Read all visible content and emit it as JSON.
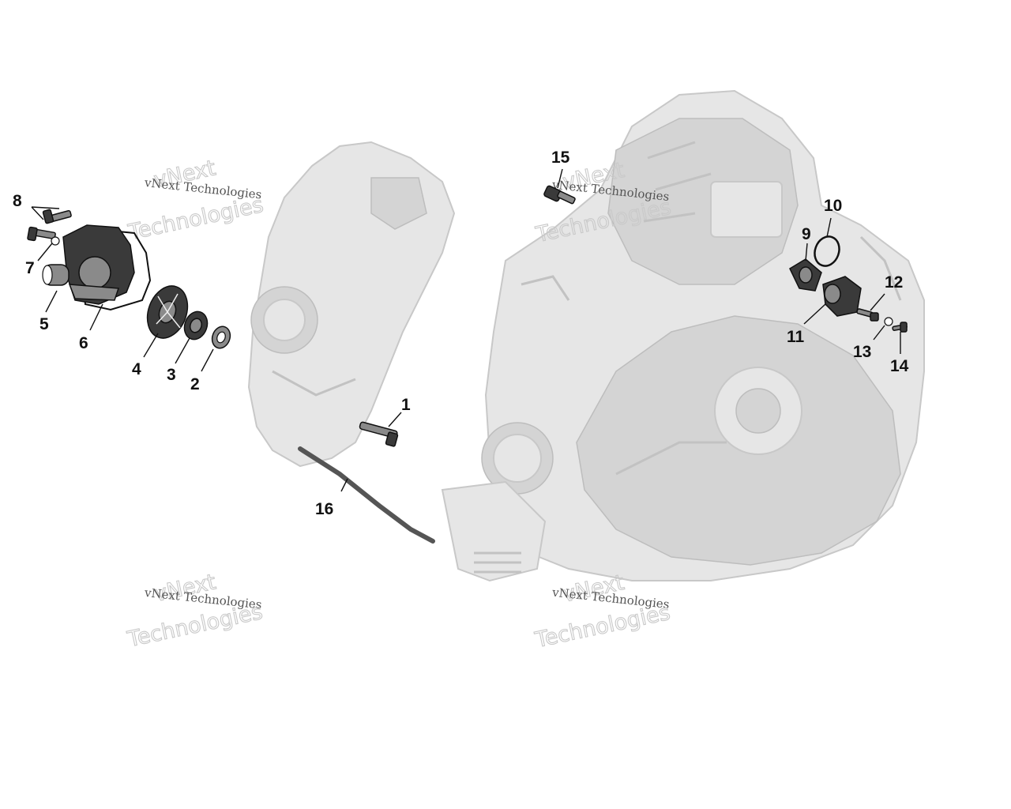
{
  "watermark": {
    "line1": "vNext",
    "line2": "vNext Technologies",
    "line3": "Technologies"
  },
  "callouts": [
    {
      "id": "1",
      "label": "1"
    },
    {
      "id": "2",
      "label": "2"
    },
    {
      "id": "3",
      "label": "3"
    },
    {
      "id": "4",
      "label": "4"
    },
    {
      "id": "5",
      "label": "5"
    },
    {
      "id": "6",
      "label": "6"
    },
    {
      "id": "7",
      "label": "7"
    },
    {
      "id": "8",
      "label": "8"
    },
    {
      "id": "9",
      "label": "9"
    },
    {
      "id": "10",
      "label": "10"
    },
    {
      "id": "11",
      "label": "11"
    },
    {
      "id": "12",
      "label": "12"
    },
    {
      "id": "13",
      "label": "13"
    },
    {
      "id": "14",
      "label": "14"
    },
    {
      "id": "15",
      "label": "15"
    },
    {
      "id": "16",
      "label": "16"
    }
  ],
  "colors": {
    "background": "#ffffff",
    "engine_ghost": "#e6e6e6",
    "part_dark": "#3a3a3a",
    "label": "#111111"
  }
}
